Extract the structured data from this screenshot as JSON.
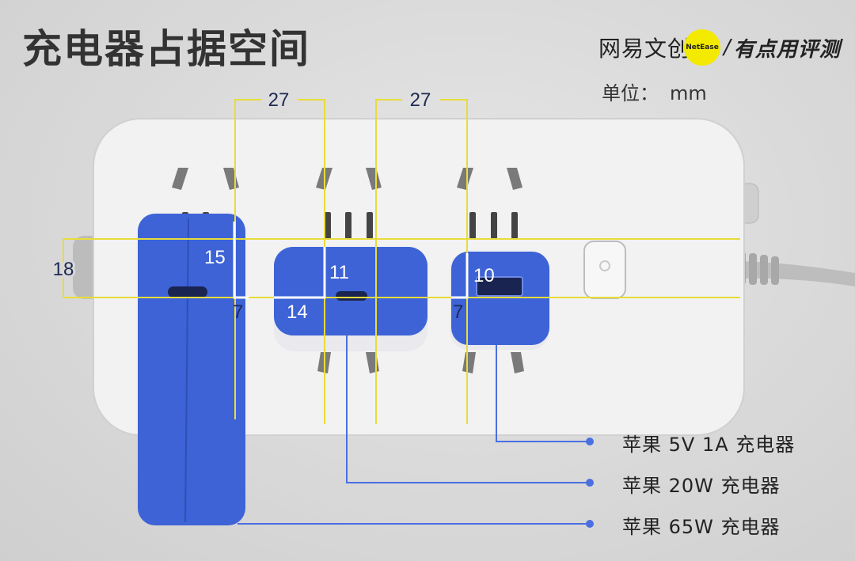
{
  "title": "充电器占据空间",
  "brand": {
    "name": "网易文创",
    "badge": "NetEase",
    "slash": "/",
    "sub": "有点用评测"
  },
  "unit": {
    "label": "单位：",
    "value": "mm"
  },
  "dimensions": {
    "top_left": "27",
    "top_right": "27",
    "height": "18",
    "d65_height": "15",
    "d65_gap": "7",
    "d20_width": "14",
    "d20_height": "11",
    "d5_gap": "7",
    "d5_height": "10"
  },
  "labels": {
    "charger_5w": "苹果 5V 1A 充电器",
    "charger_20w": "苹果 20W 充电器",
    "charger_65w": "苹果 65W 充电器"
  },
  "colors": {
    "charger_blue": "#3d63d6",
    "guide_yellow": "#e8dc3a",
    "leader_blue": "#4a6fe0"
  }
}
